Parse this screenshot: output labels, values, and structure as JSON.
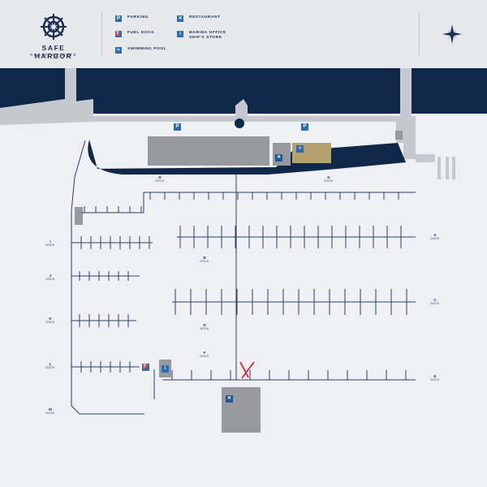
{
  "brand": {
    "name": "SAFE HARBOR",
    "subtitle": "REGATTA POINTE"
  },
  "legend": [
    {
      "id": "parking",
      "icon": "P",
      "label": "PARKING"
    },
    {
      "id": "fuel",
      "icon": "⛽",
      "label": "FUEL DOCK"
    },
    {
      "id": "pool",
      "icon": "≈",
      "label": "SWIMMING POOL"
    },
    {
      "id": "restaurant",
      "icon": "✕",
      "label": "RESTAURANT"
    },
    {
      "id": "marina",
      "icon": "i",
      "label": "MARINA OFFICE SHIP'S STORE"
    }
  ],
  "dock_word": "DOCK",
  "docks": [
    {
      "letter": "H"
    },
    {
      "letter": "G"
    },
    {
      "letter": "A"
    },
    {
      "letter": "B"
    },
    {
      "letter": "C"
    },
    {
      "letter": "D"
    },
    {
      "letter": "E"
    },
    {
      "letter": "F"
    },
    {
      "letter": "I"
    },
    {
      "letter": "J"
    },
    {
      "letter": "K"
    },
    {
      "letter": "L"
    },
    {
      "letter": "M"
    }
  ],
  "map_badges": [
    {
      "id": "parking-west",
      "icon": "P"
    },
    {
      "id": "parking-east",
      "icon": "P"
    },
    {
      "id": "restaurant-north",
      "icon": "✕"
    },
    {
      "id": "pool",
      "icon": "≈"
    },
    {
      "id": "fuel-dock",
      "icon": "⛽"
    },
    {
      "id": "marina-office",
      "icon": "i"
    },
    {
      "id": "restaurant-south",
      "icon": "✕"
    }
  ],
  "compass": {
    "icon": "compass-rose-icon"
  },
  "you_are_here_marker": {
    "icon": "x-mark-icon",
    "color": "#e0262b"
  },
  "colors": {
    "water": "#0f2748",
    "land": "#c5c8cf",
    "buildings": "#97999e",
    "background": "#eef0f4",
    "dock_lines": "#2b3f66",
    "icon_blue": "#2d6cb5",
    "pool_tan": "#b4a16c",
    "marker_red": "#e0262b"
  }
}
